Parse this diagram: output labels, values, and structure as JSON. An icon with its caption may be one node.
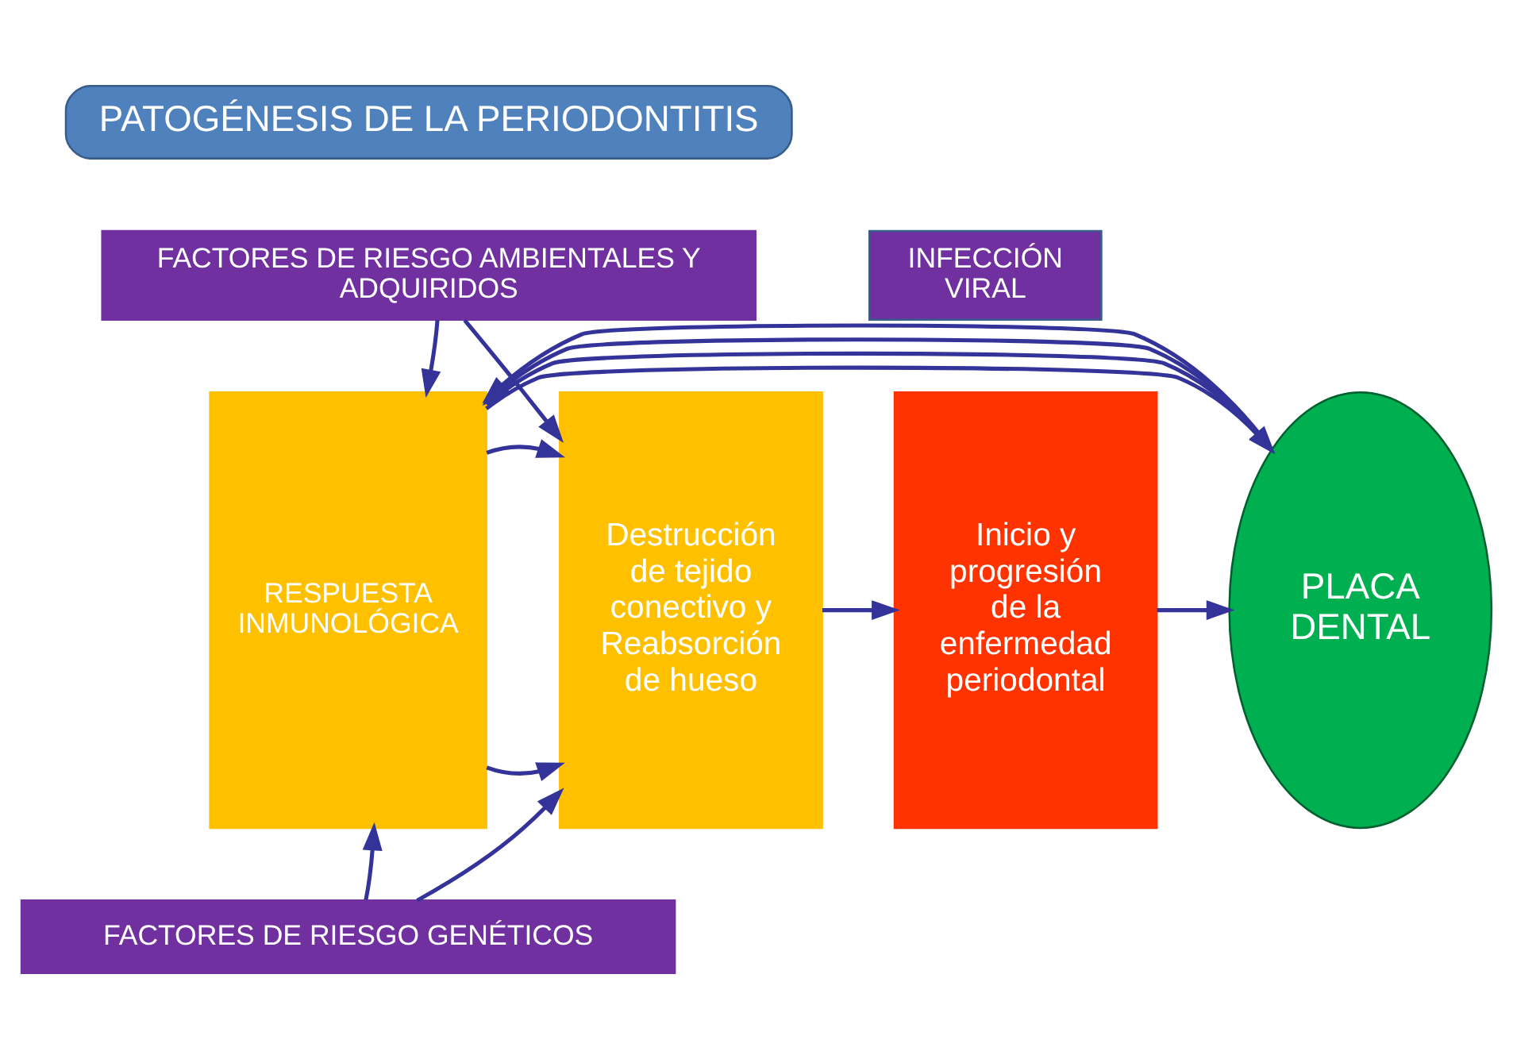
{
  "diagram": {
    "nodes": [
      {
        "text": [
          "PATOGÉNESIS DE LA PERIODONTITIS"
        ]
      },
      {
        "text": [
          "FACTORES DE RIESGO AMBIENTALES Y ADQUIRIDOS"
        ]
      },
      {
        "text": [
          "INFECCIÓN VIRAL"
        ]
      },
      {
        "text": [
          "PLACA DENTAL"
        ]
      },
      {
        "text": [
          "RESPUESTA INMUNOLÓGICA"
        ]
      },
      {
        "text": [
          "Destrucción de tejido conectivo y Reabsorción de hueso"
        ]
      },
      {
        "text": [
          "Inicio y progresión de la enfermedad periodontal"
        ]
      },
      {
        "text": [
          "FACTORES DE RIESGO GENÉTICOS"
        ]
      }
    ],
    "edges": [
      {
        "from": 1,
        "to": 4,
        "arrow": "to"
      },
      {
        "from": 1,
        "to": 5,
        "arrow": "to"
      },
      {
        "from": 4,
        "to": 3,
        "arrow": "to"
      },
      {
        "from": 4,
        "to": 3,
        "arrow": "to"
      },
      {
        "from": 3,
        "to": 4,
        "arrow": "to"
      },
      {
        "from": 3,
        "to": 4,
        "arrow": "to"
      },
      {
        "from": 4,
        "to": 5,
        "arrow": "to"
      },
      {
        "from": 4,
        "to": 5,
        "arrow": "to"
      },
      {
        "from": 5,
        "to": 6,
        "arrow": "to"
      },
      {
        "from": 7,
        "to": 4,
        "arrow": "to"
      },
      {
        "from": 7,
        "to": 5,
        "arrow": "to"
      },
      {
        "from": 6,
        "to": 3,
        "arrow": "to"
      }
    ]
  }
}
